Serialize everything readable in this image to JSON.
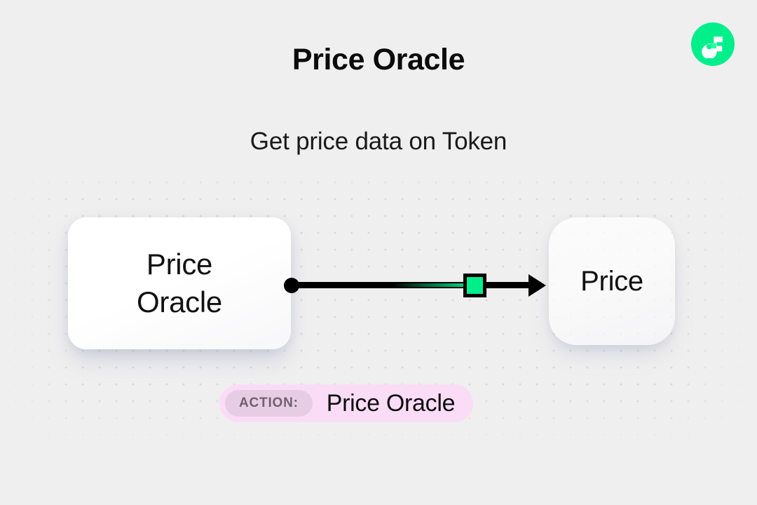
{
  "header": {
    "title": "Price Oracle",
    "subtitle": "Get price data on Token",
    "logo": {
      "name": "flow-logo",
      "color": "#00ef8b",
      "accent": "#2bffa6"
    }
  },
  "canvas": {
    "background_color": "#efefef",
    "dot_grid_color": "#d9d9da",
    "dot_grid_spacing": 24
  },
  "diagram": {
    "nodes": [
      {
        "id": "source",
        "label_line1": "Price",
        "label_line2": "Oracle",
        "role": "source-node"
      },
      {
        "id": "target",
        "label_line1": "Price",
        "label_line2": "",
        "role": "target-node"
      }
    ],
    "connector": {
      "name": "flow-connector",
      "start_handle": "dot",
      "end_handle": "arrow",
      "chip_color": "#00ef8b",
      "line_color": "#000000"
    }
  },
  "action_badge": {
    "prefix_label": "ACTION:",
    "value": "Price Oracle",
    "background_color": "#fbdcf6",
    "chip_background_color": "#e7cde3",
    "chip_text_color": "#6f6170"
  }
}
